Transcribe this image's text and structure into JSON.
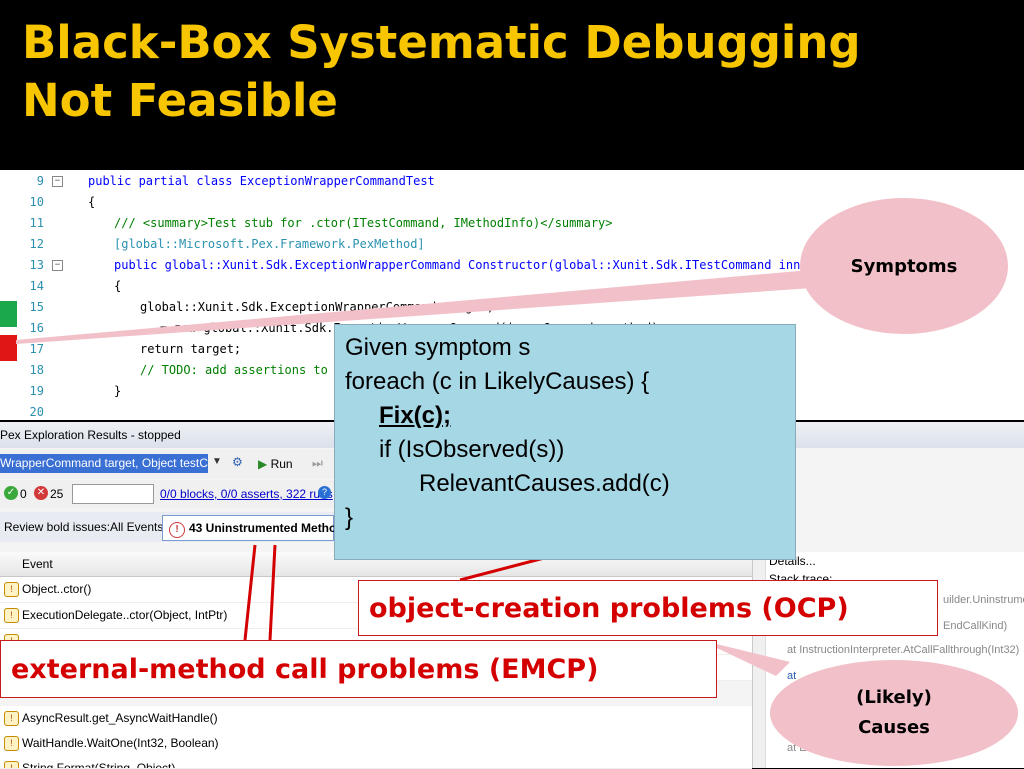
{
  "slide": {
    "title_line1": "Black-Box Systematic Debugging",
    "title_line2": "Not Feasible"
  },
  "editor": {
    "lines": [
      {
        "num": "9",
        "text": "public partial class ExceptionWrapperCommandTest"
      },
      {
        "num": "10",
        "text": "{"
      },
      {
        "num": "11",
        "text": "/// <summary>Test stub for .ctor(ITestCommand, IMethodInfo)</summary>"
      },
      {
        "num": "12",
        "text": "[global::Microsoft.Pex.Framework.PexMethod]"
      },
      {
        "num": "13",
        "text": "public global::Xunit.Sdk.ExceptionWrapperCommand Constructor(global::Xunit.Sdk.ITestCommand innerCommand"
      },
      {
        "num": "14",
        "text": "{"
      },
      {
        "num": "15",
        "text": "global::Xunit.Sdk.ExceptionWrapperCommand target;"
      },
      {
        "num": "16",
        "text": "= new global::Xunit.Sdk.ExceptionWrapperCommand(innerCommand, method);"
      },
      {
        "num": "17",
        "text": "return target;"
      },
      {
        "num": "18",
        "text": "// TODO: add assertions to method"
      },
      {
        "num": "19",
        "text": "}"
      },
      {
        "num": "20",
        "text": ""
      }
    ],
    "status_colors": {
      "pass": "#1aa84a",
      "fail": "#e01515"
    }
  },
  "pex": {
    "panel_title": "Pex Exploration Results - stopped",
    "method_selector": "WrapperCommand target, Object testClass)",
    "run_label": "Run",
    "passed_count": "0",
    "failed_count": "25",
    "coverage_link": "0/0 blocks, 0/0 asserts, 322 runs",
    "review_label": "Review bold issues:",
    "all_events_tab": "All Events",
    "uninstrumented_tab": "43 Uninstrumented Methods",
    "event_column": "Event",
    "events": [
      "Object..ctor()",
      "ExecutionDelegate..ctor(Object, IntPtr)",
      "",
      "",
      "AsyncResult.get_AsyncWaitHandle()",
      "WaitHandle.WaitOne(Int32, Boolean)",
      "String.Format(String, Object)"
    ],
    "details": {
      "details_label": "Details...",
      "stack_trace_label": "Stack trace:",
      "trace_lines": [
        "uilder.Uninstrume",
        "EndCallKind)",
        "at InstructionInterpreter.AtCallFallthrough(Int32)",
        "at",
        "at",
        "at",
        "at Exception...Create(ITe"
      ]
    }
  },
  "algorithm": {
    "line1": "Given symptom s",
    "line2": "foreach (c in LikelyCauses) {",
    "line3": "Fix(c);",
    "line4": "if (IsObserved(s))",
    "line5": "RelevantCauses.add(c)",
    "line6": "}"
  },
  "callouts": {
    "ocp": "object-creation problems (OCP)",
    "emcp": "external-method call problems (EMCP)",
    "symptoms": "Symptoms",
    "causes_line1": "(Likely)",
    "causes_line2": "Causes"
  },
  "colors": {
    "title": "#f7c600",
    "callout_text": "#d40000",
    "bubble": "#f2c0c8",
    "algo_box": "#a6d7e5"
  }
}
